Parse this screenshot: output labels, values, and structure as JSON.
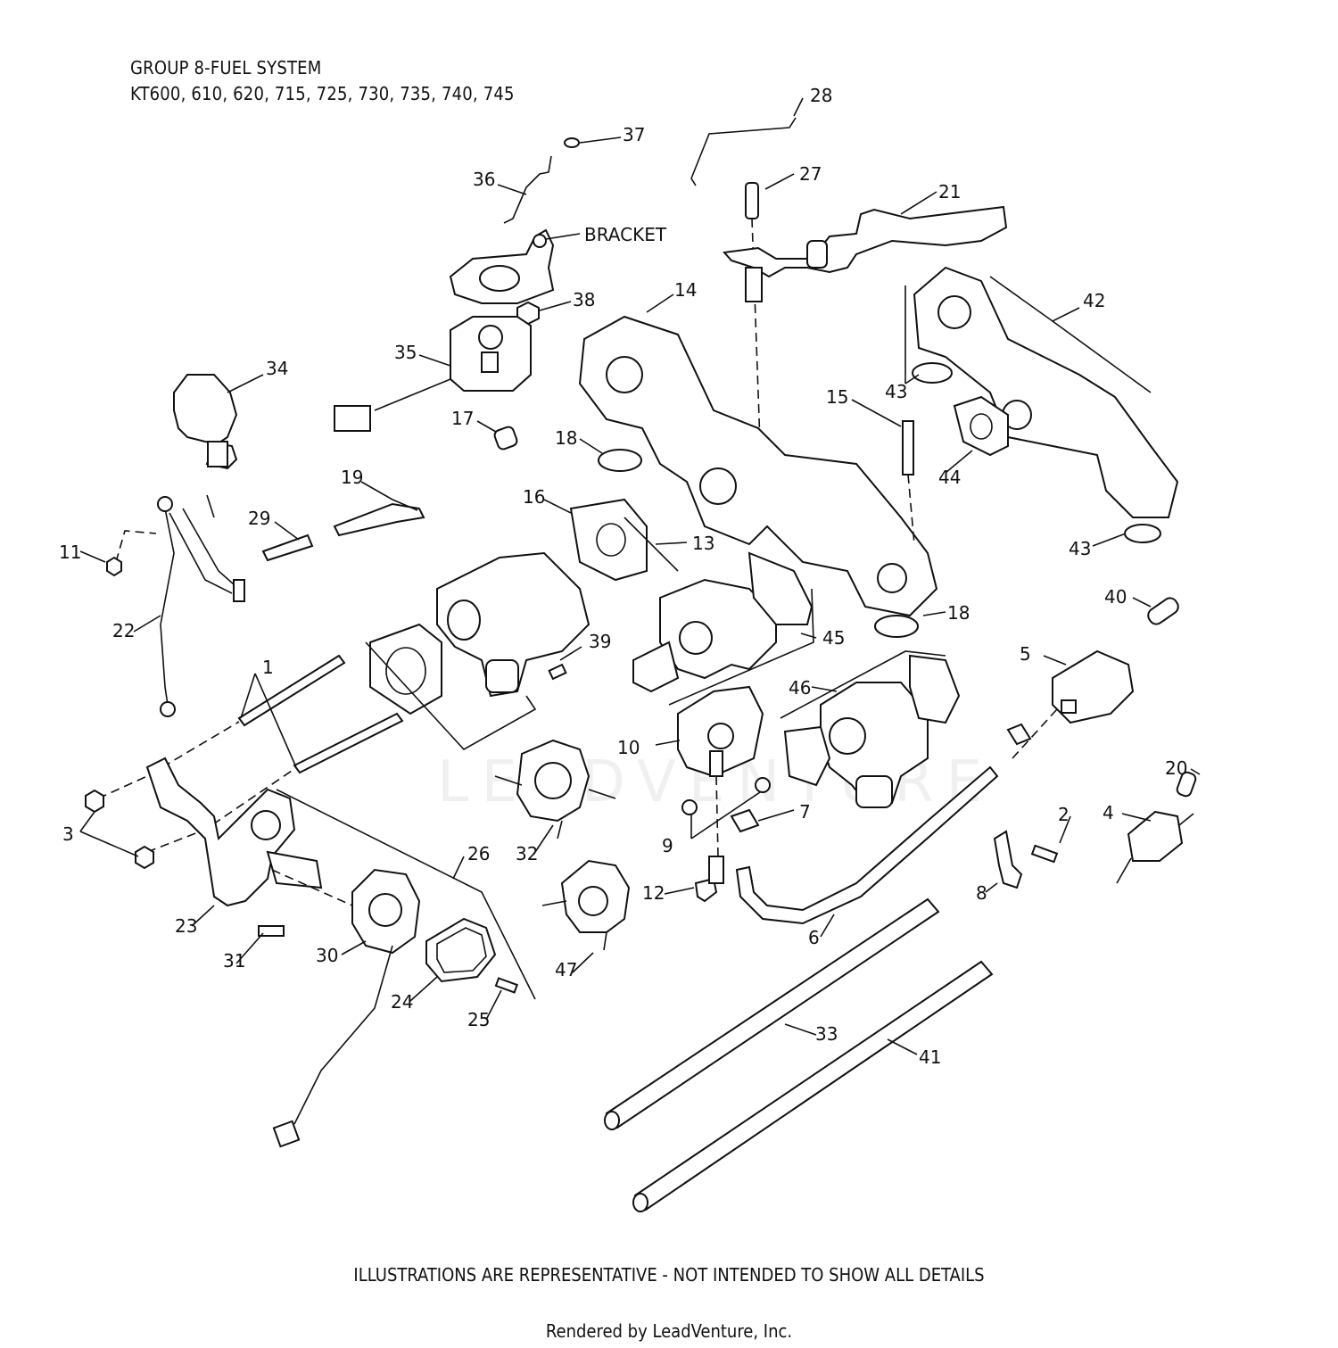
{
  "header": {
    "title": "GROUP 8-FUEL SYSTEM",
    "models": "KT600, 610, 620, 715, 725, 730, 735, 740, 745"
  },
  "watermark": "LEADVENTURE",
  "bracket_label": "BRACKET",
  "callouts": [
    "1",
    "2",
    "3",
    "4",
    "5",
    "6",
    "7",
    "8",
    "9",
    "10",
    "11",
    "12",
    "13",
    "14",
    "15",
    "16",
    "17",
    "18",
    "18",
    "19",
    "20",
    "21",
    "22",
    "23",
    "24",
    "25",
    "26",
    "27",
    "28",
    "29",
    "30",
    "31",
    "32",
    "33",
    "34",
    "35",
    "36",
    "37",
    "38",
    "39",
    "40",
    "41",
    "42",
    "43",
    "43",
    "44",
    "45",
    "46",
    "47"
  ],
  "footer": {
    "disclaimer": "ILLUSTRATIONS ARE REPRESENTATIVE - NOT INTENDED TO SHOW ALL DETAILS",
    "credit": "Rendered by LeadVenture, Inc."
  }
}
